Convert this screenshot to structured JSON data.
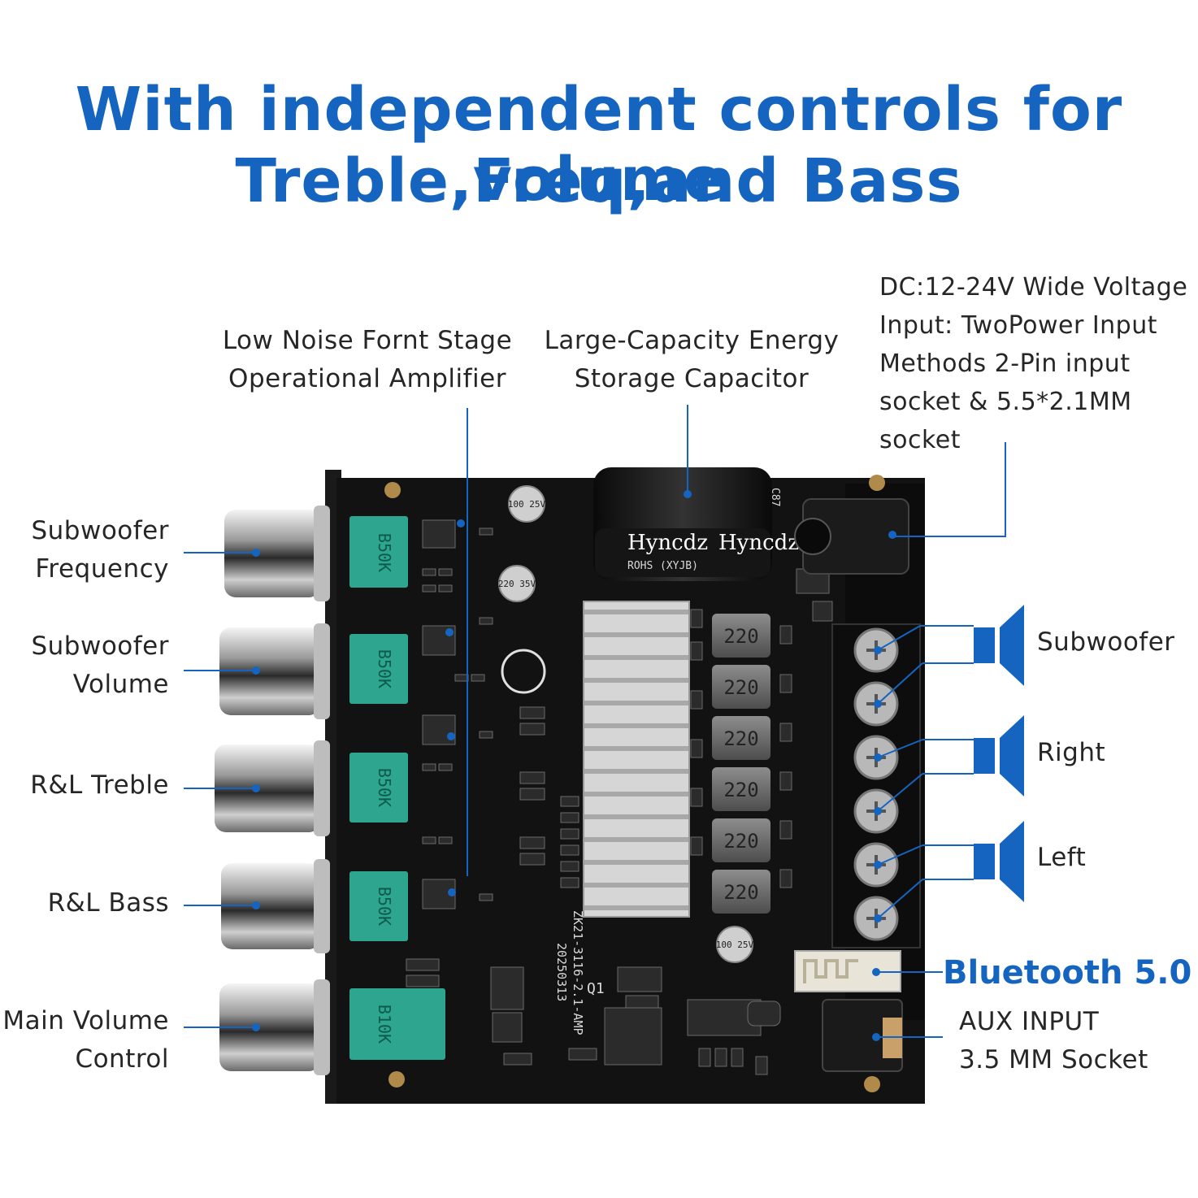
{
  "title": {
    "line1": "With independent controls for volume",
    "line2": "Treble,Freq,and Bass"
  },
  "callouts": {
    "op_amp": {
      "line1": "Low Noise Fornt Stage",
      "line2": "Operational Amplifier"
    },
    "capacitor": {
      "line1": "Large-Capacity Energy",
      "line2": "Storage Capacitor"
    },
    "dc_input": {
      "line1": "DC:12-24V Wide Voltage",
      "line2": "Input: TwoPower Input",
      "line3": "Methods 2-Pin input",
      "line4": "socket & 5.5*2.1MM",
      "line5": "socket"
    },
    "sub_freq": {
      "line1": "Subwoofer",
      "line2": "Frequency"
    },
    "sub_vol": {
      "line1": "Subwoofer",
      "line2": "Volume"
    },
    "treble": {
      "line1": "R&L Treble"
    },
    "bass": {
      "line1": "R&L Bass"
    },
    "main_vol": {
      "line1": "Main Volume",
      "line2": "Control"
    },
    "out_sub": "Subwoofer",
    "out_right": "Right",
    "out_left": "Left",
    "bluetooth": "Bluetooth 5.0",
    "aux": {
      "line1": "AUX INPUT",
      "line2": "3.5 MM Socket"
    }
  },
  "board": {
    "pot_markings": [
      "B50K",
      "B50K",
      "B50K",
      "B50K",
      "B10K"
    ],
    "inductor_marking": "220",
    "capacitor_brand": "Hyncdz",
    "capacitor_rohs": "ROHS",
    "capacitor_code": "(XYJB)",
    "capacitor_ref": "C87",
    "small_cap_markings": [
      "100 25V",
      "220 35V",
      "100 25V"
    ],
    "board_model": "ZK21-3116-2.1-AMP",
    "board_date": "20250313",
    "transistor_ref": "Q1"
  },
  "colors": {
    "accent": "#1565c0",
    "pcb": "#121212",
    "pot": "#2ea58f",
    "heatsink": "#cfcfcf"
  }
}
